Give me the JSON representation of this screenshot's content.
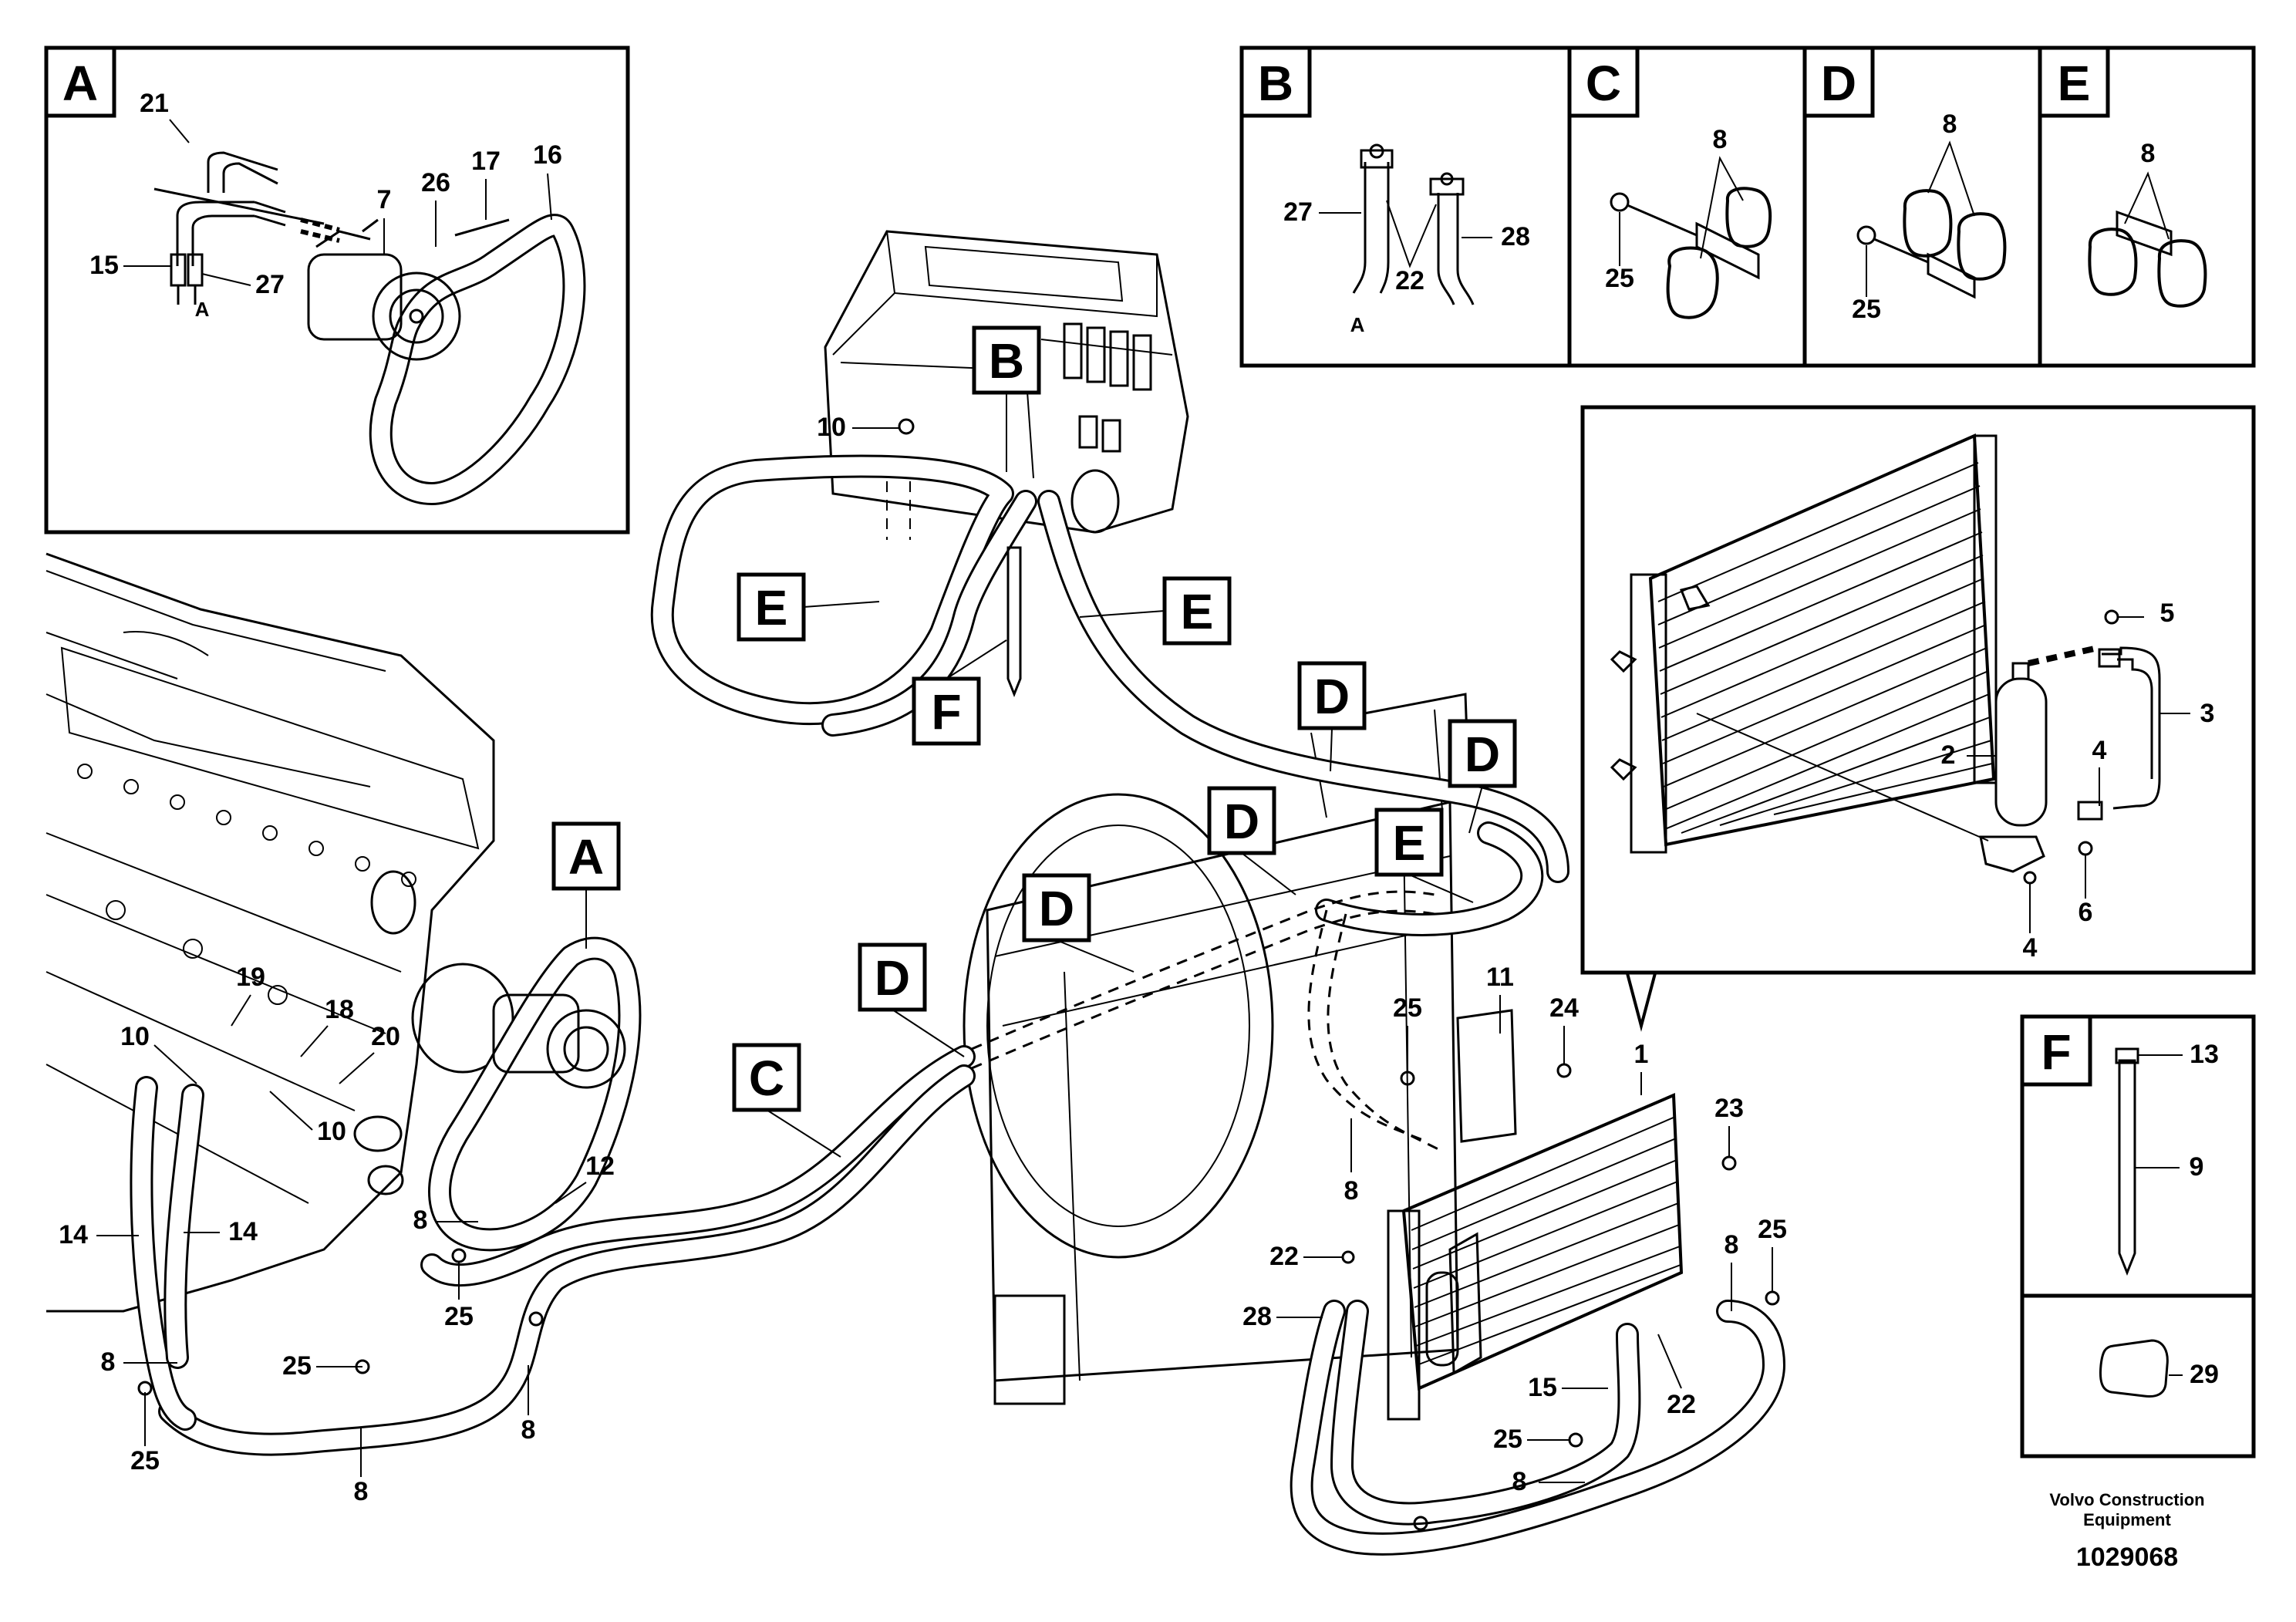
{
  "detail_views": {
    "A": {
      "tag": "A",
      "callouts": [
        "21",
        "26",
        "17",
        "16",
        "7",
        "15",
        "27"
      ],
      "hose_letter": "A"
    },
    "B": {
      "tag": "B",
      "callouts": [
        "27",
        "22",
        "28"
      ],
      "hose_letter": "A"
    },
    "C": {
      "tag": "C",
      "callouts": [
        "8",
        "25"
      ]
    },
    "D": {
      "tag": "D",
      "callouts": [
        "8",
        "25"
      ]
    },
    "E": {
      "tag": "E",
      "callouts": [
        "8"
      ]
    },
    "condenser": {
      "callouts": [
        "5",
        "3",
        "2",
        "4",
        "4",
        "6"
      ]
    },
    "F": {
      "tag": "F",
      "callouts": [
        "13",
        "9",
        "29"
      ]
    }
  },
  "main_tags": [
    "B",
    "E",
    "E",
    "F",
    "D",
    "D",
    "D",
    "E",
    "D",
    "D",
    "A",
    "C"
  ],
  "main_callouts": {
    "engine": [
      "10",
      "19",
      "18",
      "20",
      "10",
      "14",
      "14",
      "12",
      "8",
      "25",
      "8",
      "25",
      "25",
      "8",
      "8"
    ],
    "cab": [
      "10"
    ],
    "radiator": [
      "11",
      "25",
      "24",
      "1",
      "8",
      "23",
      "22",
      "28",
      "8",
      "25",
      "15",
      "22",
      "25",
      "8"
    ]
  },
  "footer": {
    "brand_line1": "Volvo Construction",
    "brand_line2": "Equipment",
    "drawing_number": "1029068"
  }
}
